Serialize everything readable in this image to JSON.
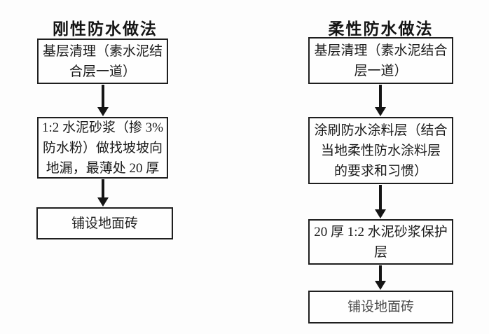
{
  "page": {
    "background_color": "#fdfdfd",
    "ink_color": "#1b1b1b",
    "border_color": "#1f1f1f"
  },
  "flowchart": {
    "columns": [
      {
        "title": "刚性防水做法",
        "steps": [
          {
            "text": "基层清理（素水泥结\n合层一道）"
          },
          {
            "text": "1:2 水泥砂浆（掺 3%\n防水粉）做找坡坡向\n地漏，最薄处 20 厚"
          },
          {
            "text": "铺设地面砖"
          }
        ]
      },
      {
        "title": "柔性防水做法",
        "steps": [
          {
            "text": "基层清理（素水泥结合\n层一道）"
          },
          {
            "text": "涂刷防水涂料层（结合\n当地柔性防水涂料层\n的要求和习惯）"
          },
          {
            "text": "20 厚 1:2 水泥砂浆保护\n层"
          },
          {
            "text": "铺设地面砖"
          }
        ]
      }
    ]
  }
}
